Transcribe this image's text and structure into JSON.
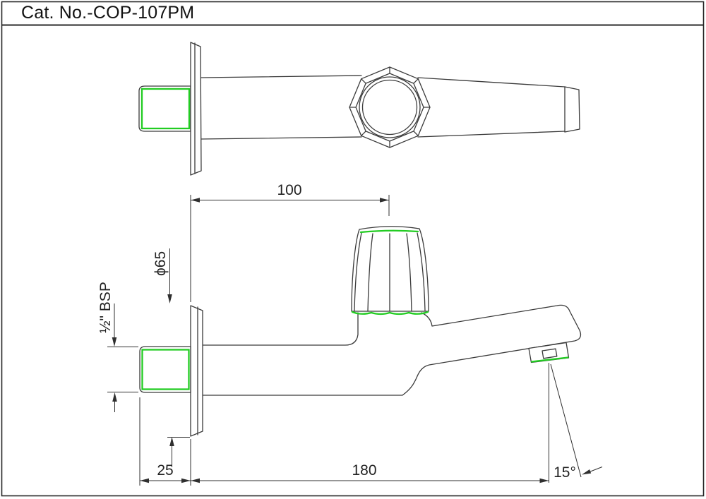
{
  "window": {
    "title": "Cat. No.-COP-107PM"
  },
  "drawing": {
    "dimensions": {
      "handle_offset": "100",
      "flange_diameter": "ϕ65",
      "inlet_thread": "½\" BSP",
      "wall_clearance": "25",
      "spout_reach": "180",
      "outlet_angle": "15°"
    },
    "colors": {
      "line": "#3a3a3a",
      "dimension": "#2f2f2f",
      "highlight": "#22cc22",
      "background": "#ffffff"
    }
  }
}
